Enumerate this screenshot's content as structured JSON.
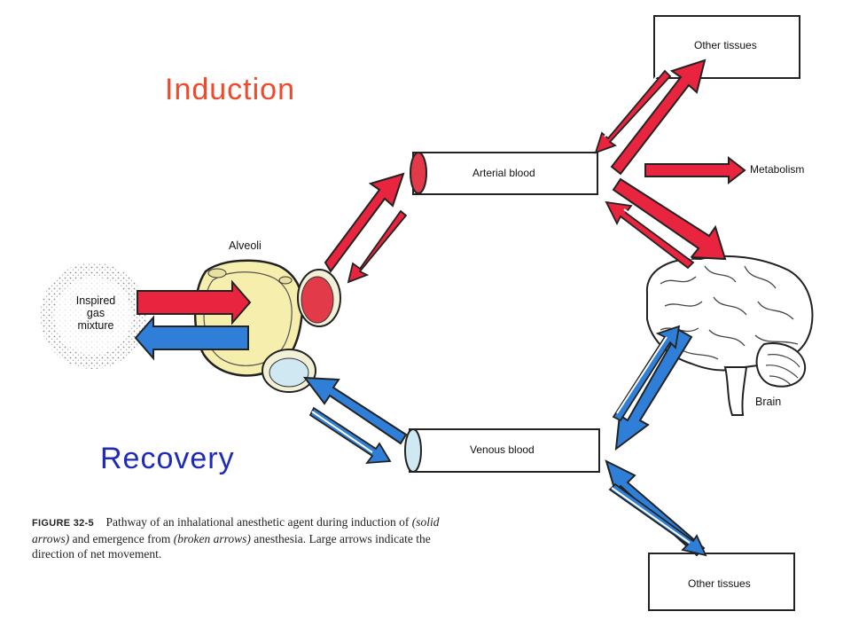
{
  "titles": {
    "induction": "Induction",
    "recovery": "Recovery"
  },
  "labels": {
    "inspired_gas_1": "Inspired",
    "inspired_gas_2": "gas",
    "inspired_gas_3": "mixture",
    "alveoli": "Alveoli",
    "arterial_blood": "Arterial blood",
    "venous_blood": "Venous blood",
    "other_tissues_top": "Other tissues",
    "other_tissues_bottom": "Other tissues",
    "metabolism": "Metabolism",
    "brain": "Brain"
  },
  "caption": {
    "figure": "FIGURE 32-5",
    "text_1": "Pathway of an inhalational anesthetic agent during induction of ",
    "solid": "(solid arrows)",
    "text_2": " and emergence from ",
    "broken": "(broken arrows)",
    "text_3": " anesthesia. Large arrows indicate the direction of net movement."
  },
  "colors": {
    "induction": "#f0492b",
    "recovery": "#1f2bb8",
    "red_arrow": "#e8243f",
    "blue_arrow": "#2f7fd8",
    "alveoli_fill": "#f6eeac",
    "arterial_cell": "#e23a48",
    "venous_cell": "#cfe8f2"
  }
}
